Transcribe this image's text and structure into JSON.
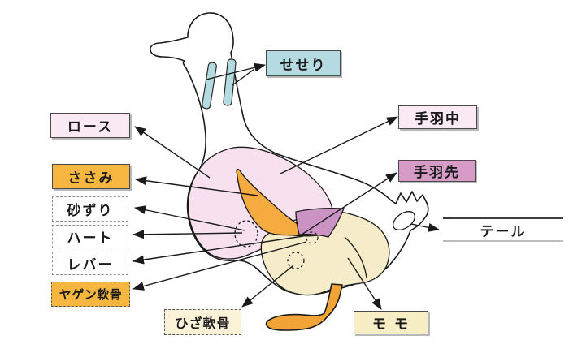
{
  "diagram": {
    "subject": "poultry-cuts",
    "labels": {
      "seseri": "せせり",
      "loin": "ロース",
      "sasami": "ささみ",
      "gizzard": "砂ずり",
      "heart": "ハート",
      "liver": "レバー",
      "yagen_cartilage": "ヤゲン軟骨",
      "knee_cartilage": "ひざ軟骨",
      "thigh": "モ モ",
      "wing_middle": "手羽中",
      "wing_tip": "手羽先",
      "tail": "テール"
    },
    "colors": {
      "outline": "#1a1a1a",
      "body_white": "#ffffff",
      "seseri_blue": "#b3dbe1",
      "box_pink": "#fbe9f4",
      "breast_pink": "#f7e1ee",
      "box_orange": "#f6b63f",
      "meat_orange": "#f5ab3f",
      "leg_orange": "#f2a436",
      "box_mauve": "#d79bc8",
      "wing_purple": "#cb93c3",
      "box_cream": "#f8eec5",
      "box_cream_light": "#fbf2d8",
      "thigh_cream": "#f7ecca"
    }
  }
}
